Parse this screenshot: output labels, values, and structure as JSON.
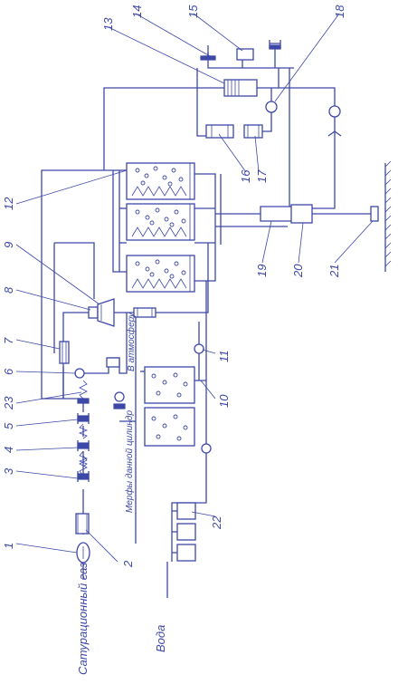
{
  "labels": {
    "gas": "Сатурационный газ",
    "water": "Вода",
    "atmosphere": "В атмосферу",
    "bypass": "Мерфы данной цилиндр"
  },
  "numbers": [
    "1",
    "2",
    "3",
    "4",
    "5",
    "6",
    "7",
    "8",
    "9",
    "10",
    "11",
    "12",
    "13",
    "14",
    "15",
    "16",
    "17",
    "18",
    "19",
    "20",
    "21",
    "22",
    "23"
  ],
  "colors": {
    "ink": "#3d48a8",
    "paper": "#ffffff"
  }
}
